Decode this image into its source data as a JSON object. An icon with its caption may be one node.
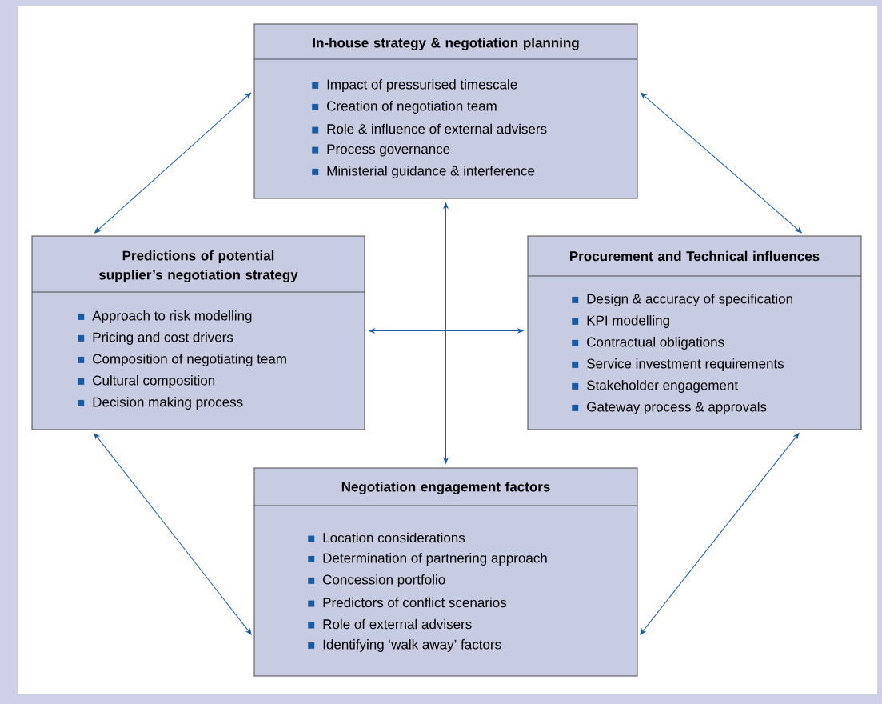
{
  "diagram": {
    "nodes": [
      {
        "text": [
          "In-house strategy & negotiation planning",
          "Impact of pressurised timescale",
          "Creation of negotiation team",
          "Role & influence of external advisers",
          "Process governance",
          "Ministerial guidance & interference"
        ]
      },
      {
        "text": [
          "Predictions of potential supplier’s negotiation strategy",
          "Approach to risk modelling",
          "Pricing and cost drivers",
          "Composition of negotiating team",
          "Cultural composition",
          "Decision making process"
        ]
      },
      {
        "text": [
          "Procurement and Technical influences",
          "Design & accuracy of specification",
          "KPI modelling",
          "Contractual obligations",
          "Service investment requirements",
          "Stakeholder engagement",
          "Gateway process & approvals"
        ]
      },
      {
        "text": [
          "Negotiation engagement factors",
          "Location considerations",
          "Determination of partnering approach",
          "Concession portfolio",
          "Predictors of conflict scenarios",
          "Role of external advisers",
          "Identifying ‘walk away’ factors"
        ]
      }
    ],
    "edges": [
      {
        "from": 0,
        "to": 1,
        "arrow": "both"
      },
      {
        "from": 0,
        "to": 2,
        "arrow": "both"
      },
      {
        "from": 0,
        "to": 3,
        "arrow": "both"
      },
      {
        "from": 1,
        "to": 2,
        "arrow": "both"
      },
      {
        "from": 1,
        "to": 3,
        "arrow": "both"
      },
      {
        "from": 2,
        "to": 3,
        "arrow": "both"
      }
    ]
  }
}
